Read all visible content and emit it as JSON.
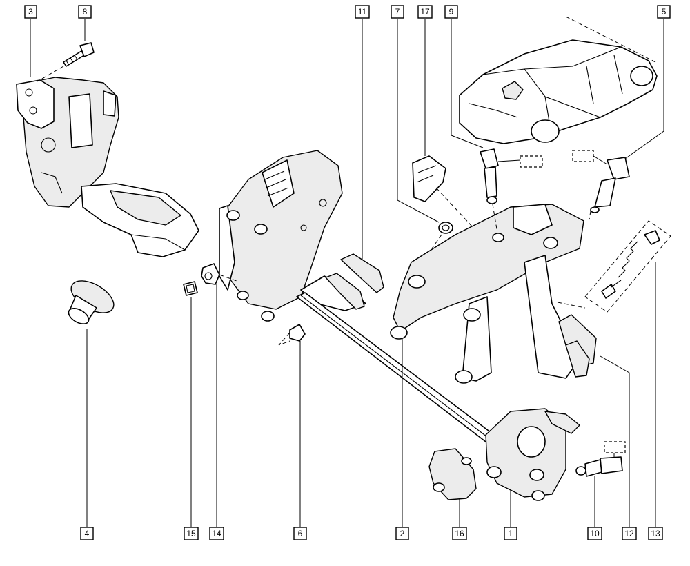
{
  "callouts": {
    "c1": "1",
    "c2": "2",
    "c3": "3",
    "c4": "4",
    "c5": "5",
    "c6": "6",
    "c7": "7",
    "c8": "8",
    "c9": "9",
    "c10": "10",
    "c11": "11",
    "c12": "12",
    "c13": "13",
    "c14": "14",
    "c15": "15",
    "c16": "16",
    "c17": "17"
  },
  "colors": {
    "line": "#000000",
    "background": "#ffffff",
    "stipple": "#ececec"
  }
}
